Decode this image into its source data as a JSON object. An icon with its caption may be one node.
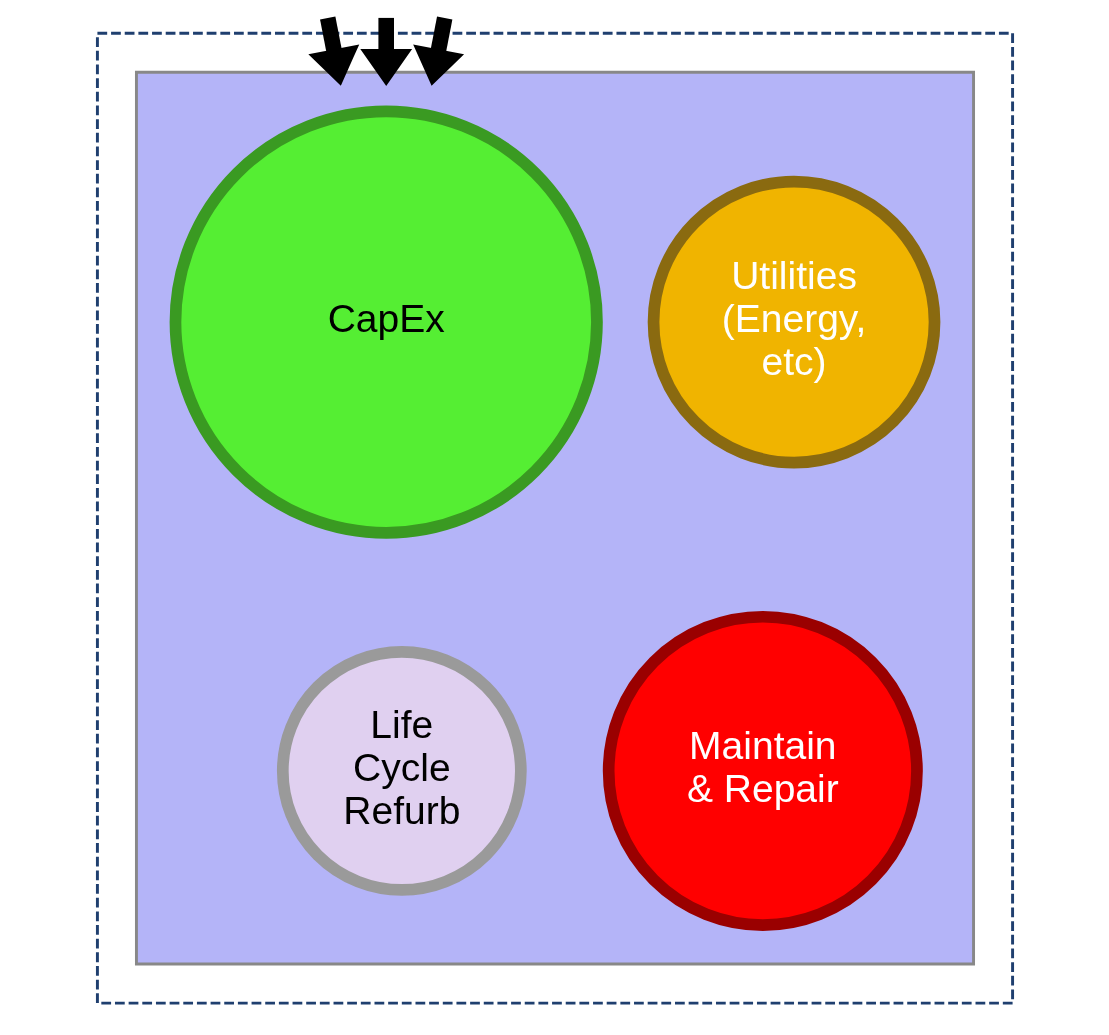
{
  "diagram": {
    "nodes": [
      {
        "text": [],
        "shape": "box"
      },
      {
        "text": [],
        "shape": "box",
        "in": 0
      },
      {
        "text": [
          "CapEx"
        ],
        "in": 1
      },
      {
        "text": [
          "Utilities (Energy, etc)"
        ],
        "in": 1
      },
      {
        "text": [
          "Life Cycle Refurb"
        ],
        "in": 1
      },
      {
        "text": [
          "Maintain & Repair"
        ],
        "in": 1
      }
    ],
    "edges": [
      {
        "from": null,
        "to": 1,
        "arrow": "to"
      },
      {
        "from": null,
        "to": 1,
        "arrow": "to"
      },
      {
        "from": null,
        "to": 1,
        "arrow": "to"
      }
    ]
  }
}
